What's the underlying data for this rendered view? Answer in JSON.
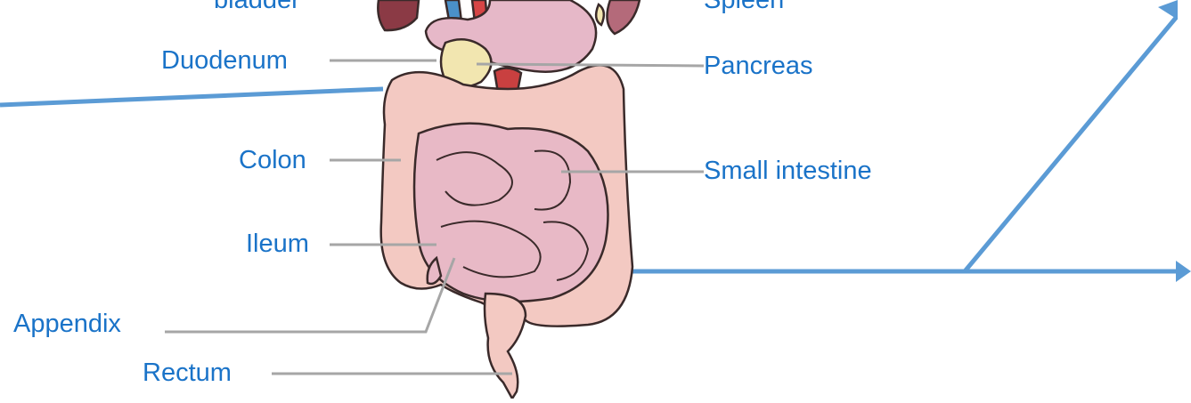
{
  "labels": {
    "gallbladder_partial": "bladder",
    "spleen_partial": "Spleen",
    "duodenum": "Duodenum",
    "pancreas": "Pancreas",
    "colon": "Colon",
    "small_intestine": "Small intestine",
    "ileum": "Ileum",
    "appendix": "Appendix",
    "rectum": "Rectum"
  },
  "colors": {
    "label_text": "#1a73c8",
    "leader_line": "#a6a6a6",
    "arrow_line": "#5b9bd5",
    "organ_outline": "#3a2a2a",
    "intestine_fill": "#e8b9c6",
    "colon_fill": "#f3c9c2",
    "pancreas_fill": "#f2e6b0",
    "stomach_fill": "#e6b8c8"
  }
}
